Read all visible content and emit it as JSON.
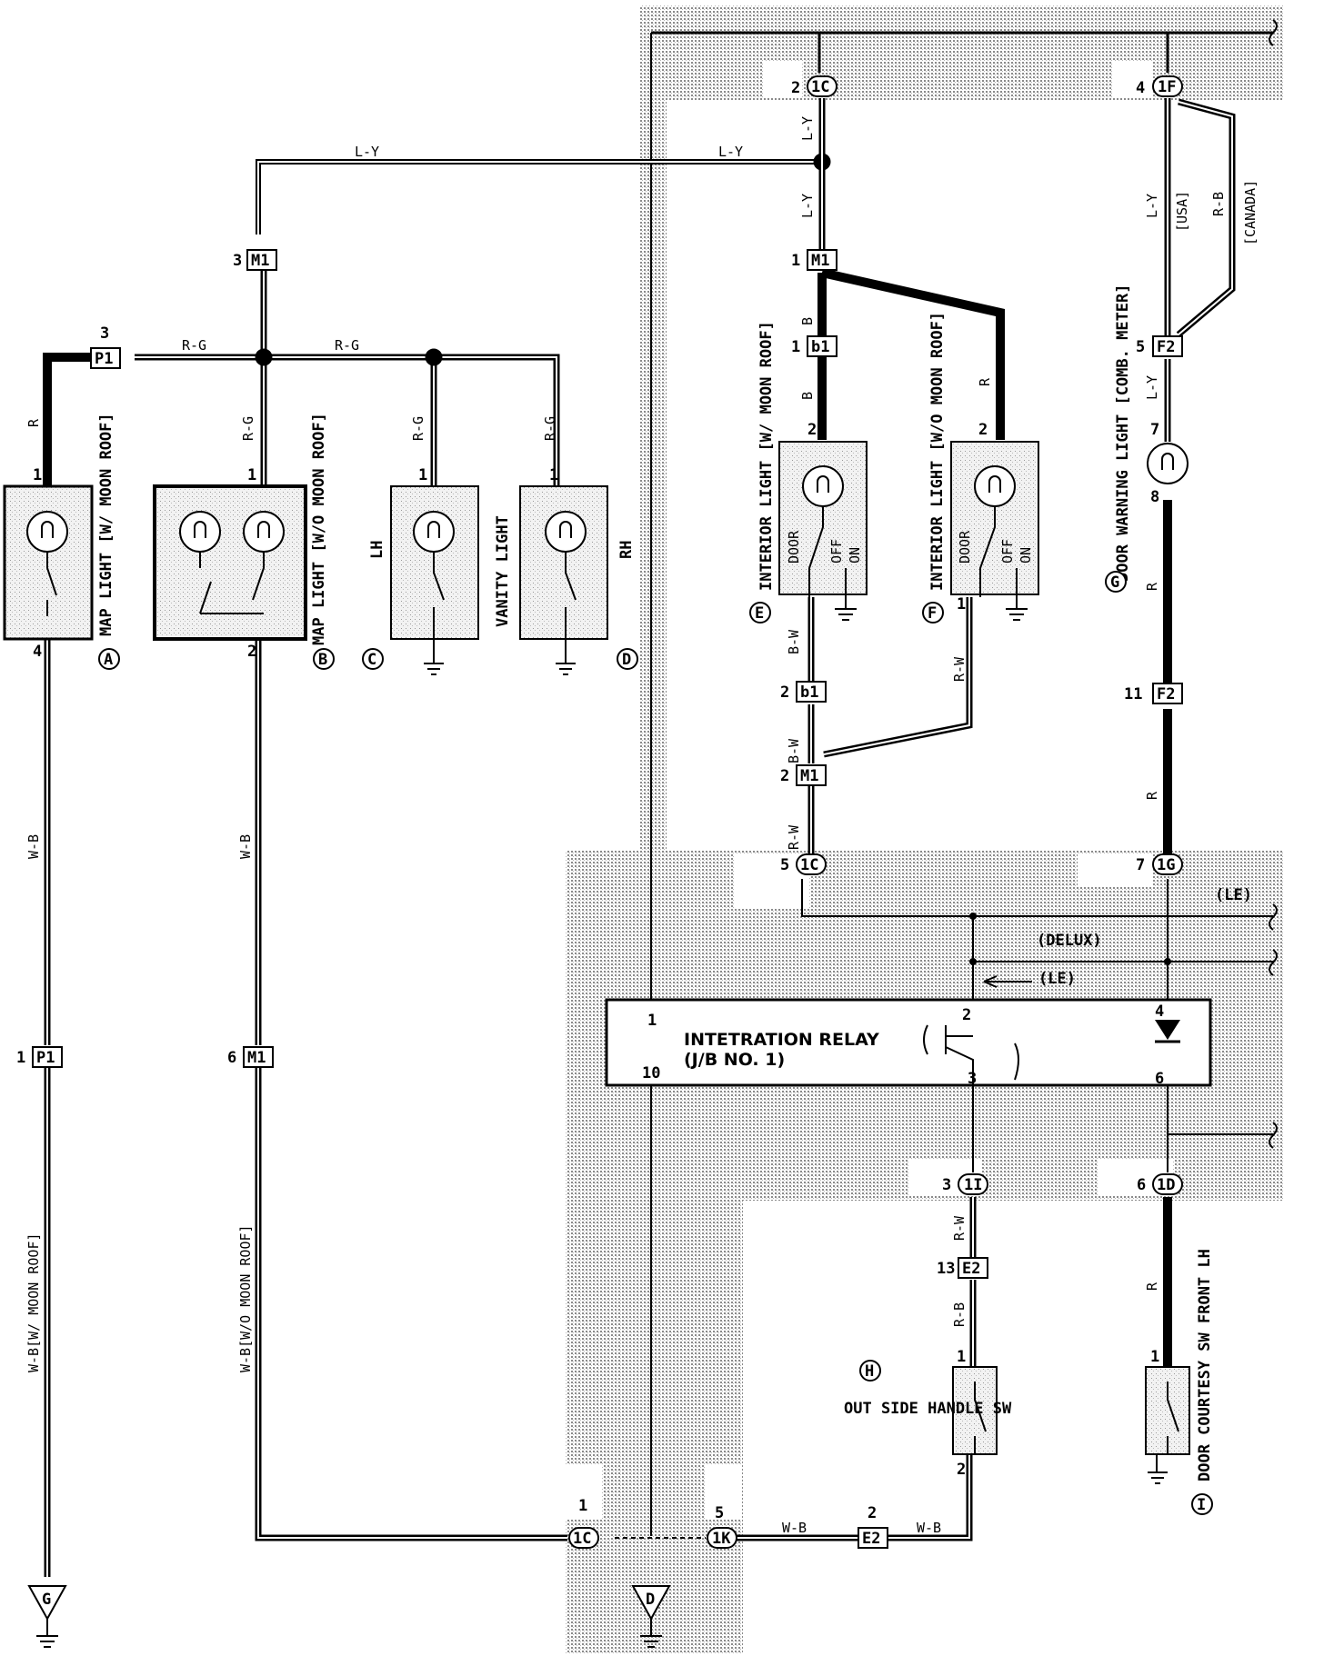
{
  "wire_colors": {
    "ly": "L-Y",
    "rg": "R-G",
    "r": "R",
    "b": "B",
    "wb": "W-B",
    "bw": "B-W",
    "rw": "R-W",
    "rb": "R-B"
  },
  "variants": {
    "usa": "[USA]",
    "canada": "[CANADA]",
    "wb_moon": "W-B[W/ MOON ROOF]",
    "wb_nomoon": "W-B[W/O MOON ROOF]",
    "le": "(LE)",
    "delux": "(DELUX)",
    "le2": "(LE)"
  },
  "connectors": {
    "c1c_top": "1C",
    "c1f": "1F",
    "m1_top": "M1",
    "m1_right": "M1",
    "p1_top": "P1",
    "b1_top": "b1",
    "b1_bottom": "b1",
    "m1_lower": "M1",
    "c1c_mid": "1C",
    "f2_top": "F2",
    "f2_bottom": "F2",
    "c1g": "1G",
    "p1_bottom": "P1",
    "m1_bottom": "M1",
    "c1i": "1I",
    "c1d": "1D",
    "e2_top": "E2",
    "c1c_bottom": "1C",
    "c1k": "1K",
    "e2_bottom": "E2"
  },
  "pins": {
    "p2": "2",
    "p4": "4",
    "p3": "3",
    "p1": "1",
    "p5": "5",
    "p7": "7",
    "p8": "8",
    "p11": "11",
    "p6": "6",
    "p13": "13",
    "p10": "10"
  },
  "components": {
    "map_light_moon": "MAP LIGHT [W/ MOON ROOF]",
    "map_light_nomoon": "MAP LIGHT [W/O MOON ROOF]",
    "lh": "LH",
    "vanity": "VANITY LIGHT",
    "rh": "RH",
    "interior_moon": "INTERIOR LIGHT [W/ MOON ROOF]",
    "interior_nomoon": "INTERIOR LIGHT [W/O MOON ROOF]",
    "door": "DOOR",
    "off": "OFF",
    "on": "ON",
    "door_warning": "DOOR WARNING LIGHT [COMB. METER]",
    "relay_title": "INTETRATION RELAY",
    "relay_sub": "(J/B NO. 1)",
    "outside_handle": "OUT SIDE HANDLE SW",
    "door_courtesy": "DOOR COURTESY SW FRONT LH"
  },
  "labels": {
    "a": "A",
    "b": "B",
    "c": "C",
    "d": "D",
    "e": "E",
    "f": "F",
    "g": "G",
    "h": "H",
    "i": "I",
    "ground_g": "G",
    "ground_d": "D"
  }
}
